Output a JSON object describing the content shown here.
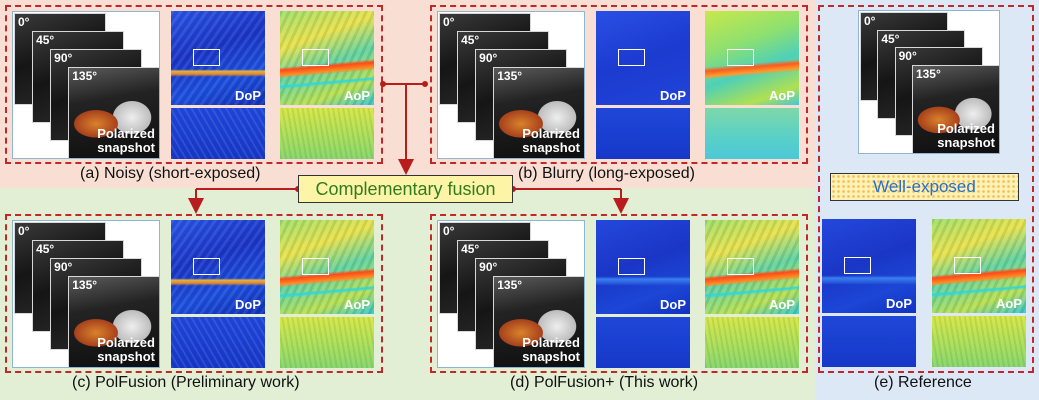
{
  "colors": {
    "noisy_bg": "#f9dfd3",
    "fusion_bg": "#e2efd5",
    "reference_bg": "#dde8f6",
    "dash": "#c0282a",
    "arrow": "#b81c1c",
    "fusion_text": "#2f7d1e",
    "well_text": "#2a6fc9"
  },
  "angles": [
    "0°",
    "45°",
    "90°",
    "135°"
  ],
  "snapshot_label": "Polarized\nsnapshot",
  "dop_label": "DoP",
  "aop_label": "AoP",
  "captions": {
    "a": "(a) Noisy (short-exposed)",
    "b": "(b) Blurry (long-exposed)",
    "c": "(c) PolFusion (Preliminary work)",
    "d": "(d) PolFusion+ (This work)",
    "e": "(e) Reference"
  },
  "fusion_label": "Complementary fusion",
  "well_label": "Well-exposed"
}
